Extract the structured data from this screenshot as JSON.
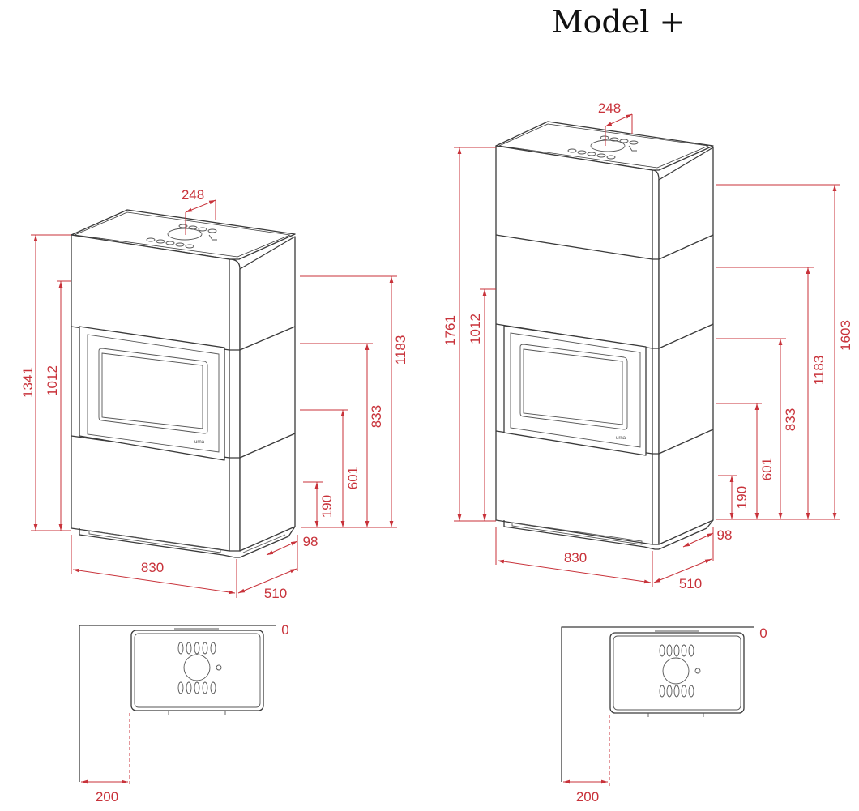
{
  "title": "Model +",
  "colors": {
    "dimension": "#c8323a",
    "outline": "#3a3a3a"
  },
  "standard_model": {
    "flue_offset": "248",
    "total_height": "1341",
    "side_height": "1012",
    "air_inlet_height_1": "1183",
    "air_inlet_height_2": "833",
    "air_inlet_height_3": "601",
    "air_inlet_height_4": "190",
    "base_offset": "98",
    "width": "830",
    "depth": "510",
    "wall_clearance_back": "0",
    "wall_clearance_side": "200",
    "brand_mark": "urna"
  },
  "plus_model": {
    "flue_offset": "248",
    "total_height": "1761",
    "side_height": "1012",
    "air_inlet_height_0": "1603",
    "air_inlet_height_1": "1183",
    "air_inlet_height_2": "833",
    "air_inlet_height_3": "601",
    "air_inlet_height_4": "190",
    "base_offset": "98",
    "width": "830",
    "depth": "510",
    "wall_clearance_back": "0",
    "wall_clearance_side": "200",
    "brand_mark": "urna"
  }
}
